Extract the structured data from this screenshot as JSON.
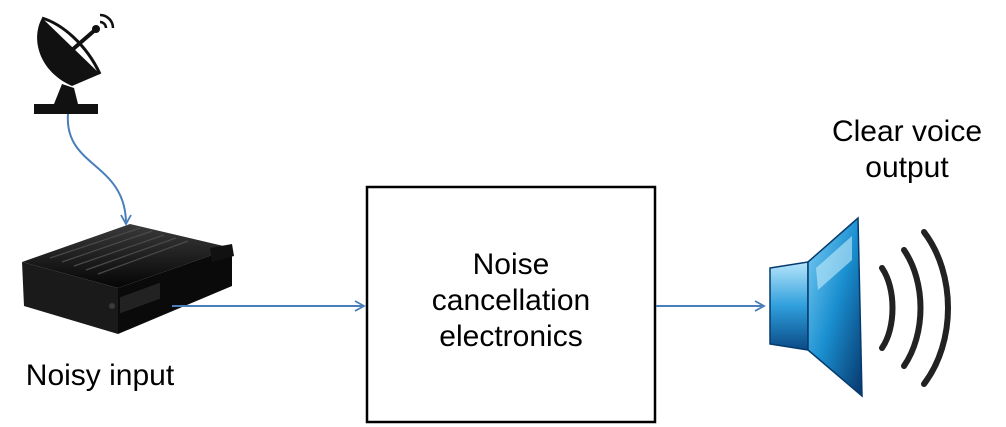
{
  "diagram": {
    "input_label": "Noisy input",
    "box_label_line1": "Noise",
    "box_label_line2": "cancellation",
    "box_label_line3": "electronics",
    "output_label_line1": "Clear voice",
    "output_label_line2": "output"
  },
  "icons": {
    "source": "satellite-dish-icon",
    "receiver": "set-top-box-icon",
    "sink": "speaker-icon"
  },
  "colors": {
    "connector": "#4a7ebb",
    "box_border": "#000000",
    "speaker_blue": "#1a8fd0"
  }
}
